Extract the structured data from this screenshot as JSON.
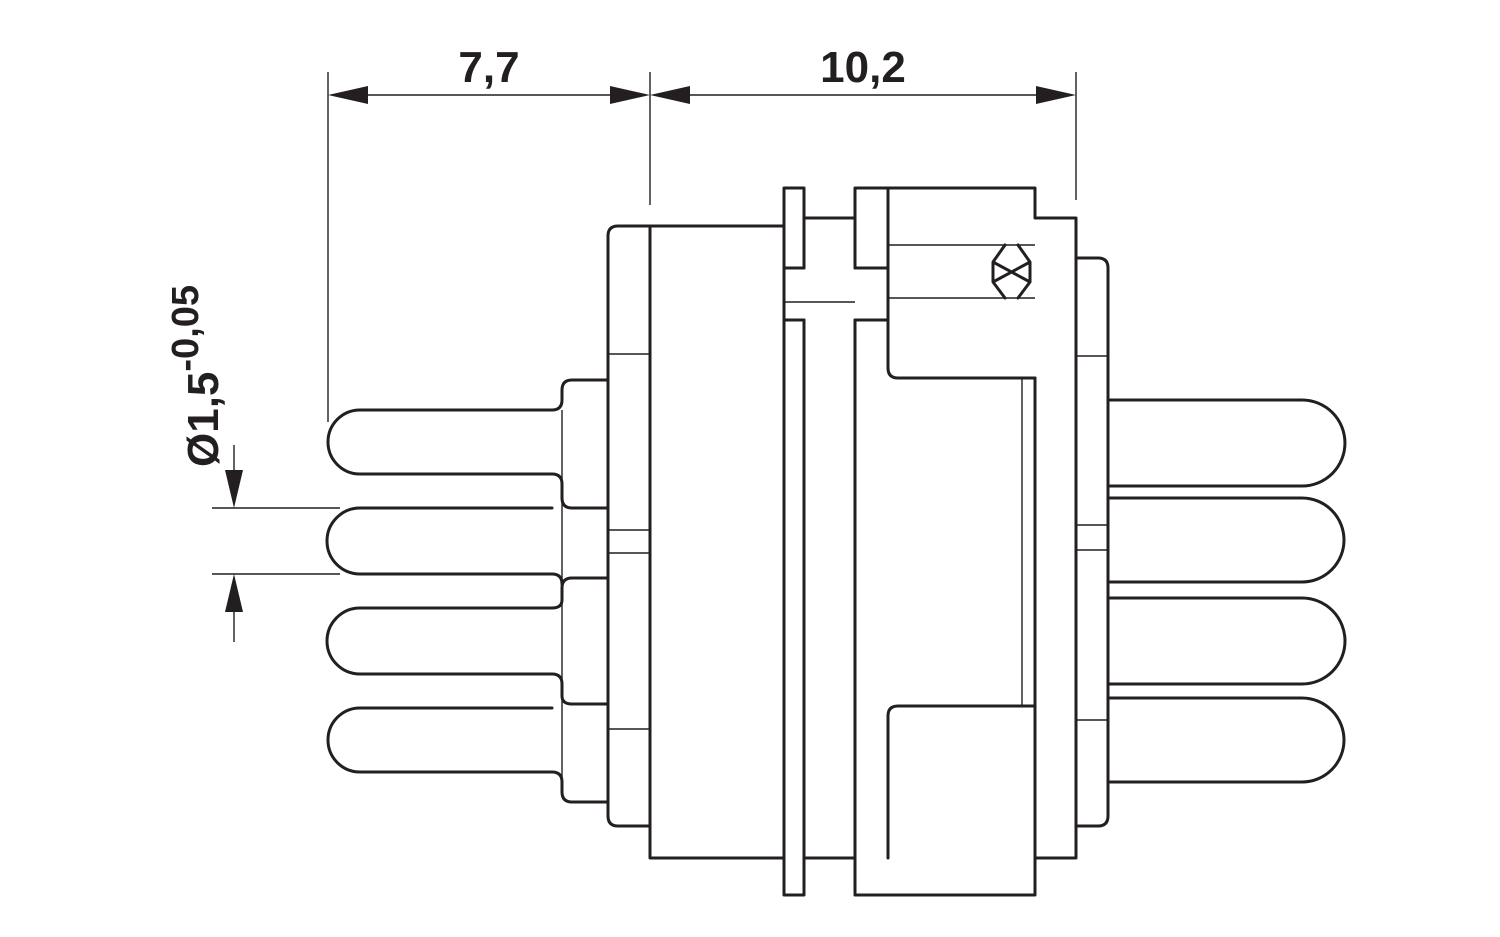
{
  "drawing": {
    "dimensions": {
      "left_length": "7,7",
      "right_length": "10,2",
      "pin_diameter": {
        "symbol": "Ø",
        "value": "1,5",
        "tolerance": "-0,05"
      }
    },
    "left_pin_count": 4,
    "right_pin_count": 4,
    "line_color": "#231f20"
  }
}
